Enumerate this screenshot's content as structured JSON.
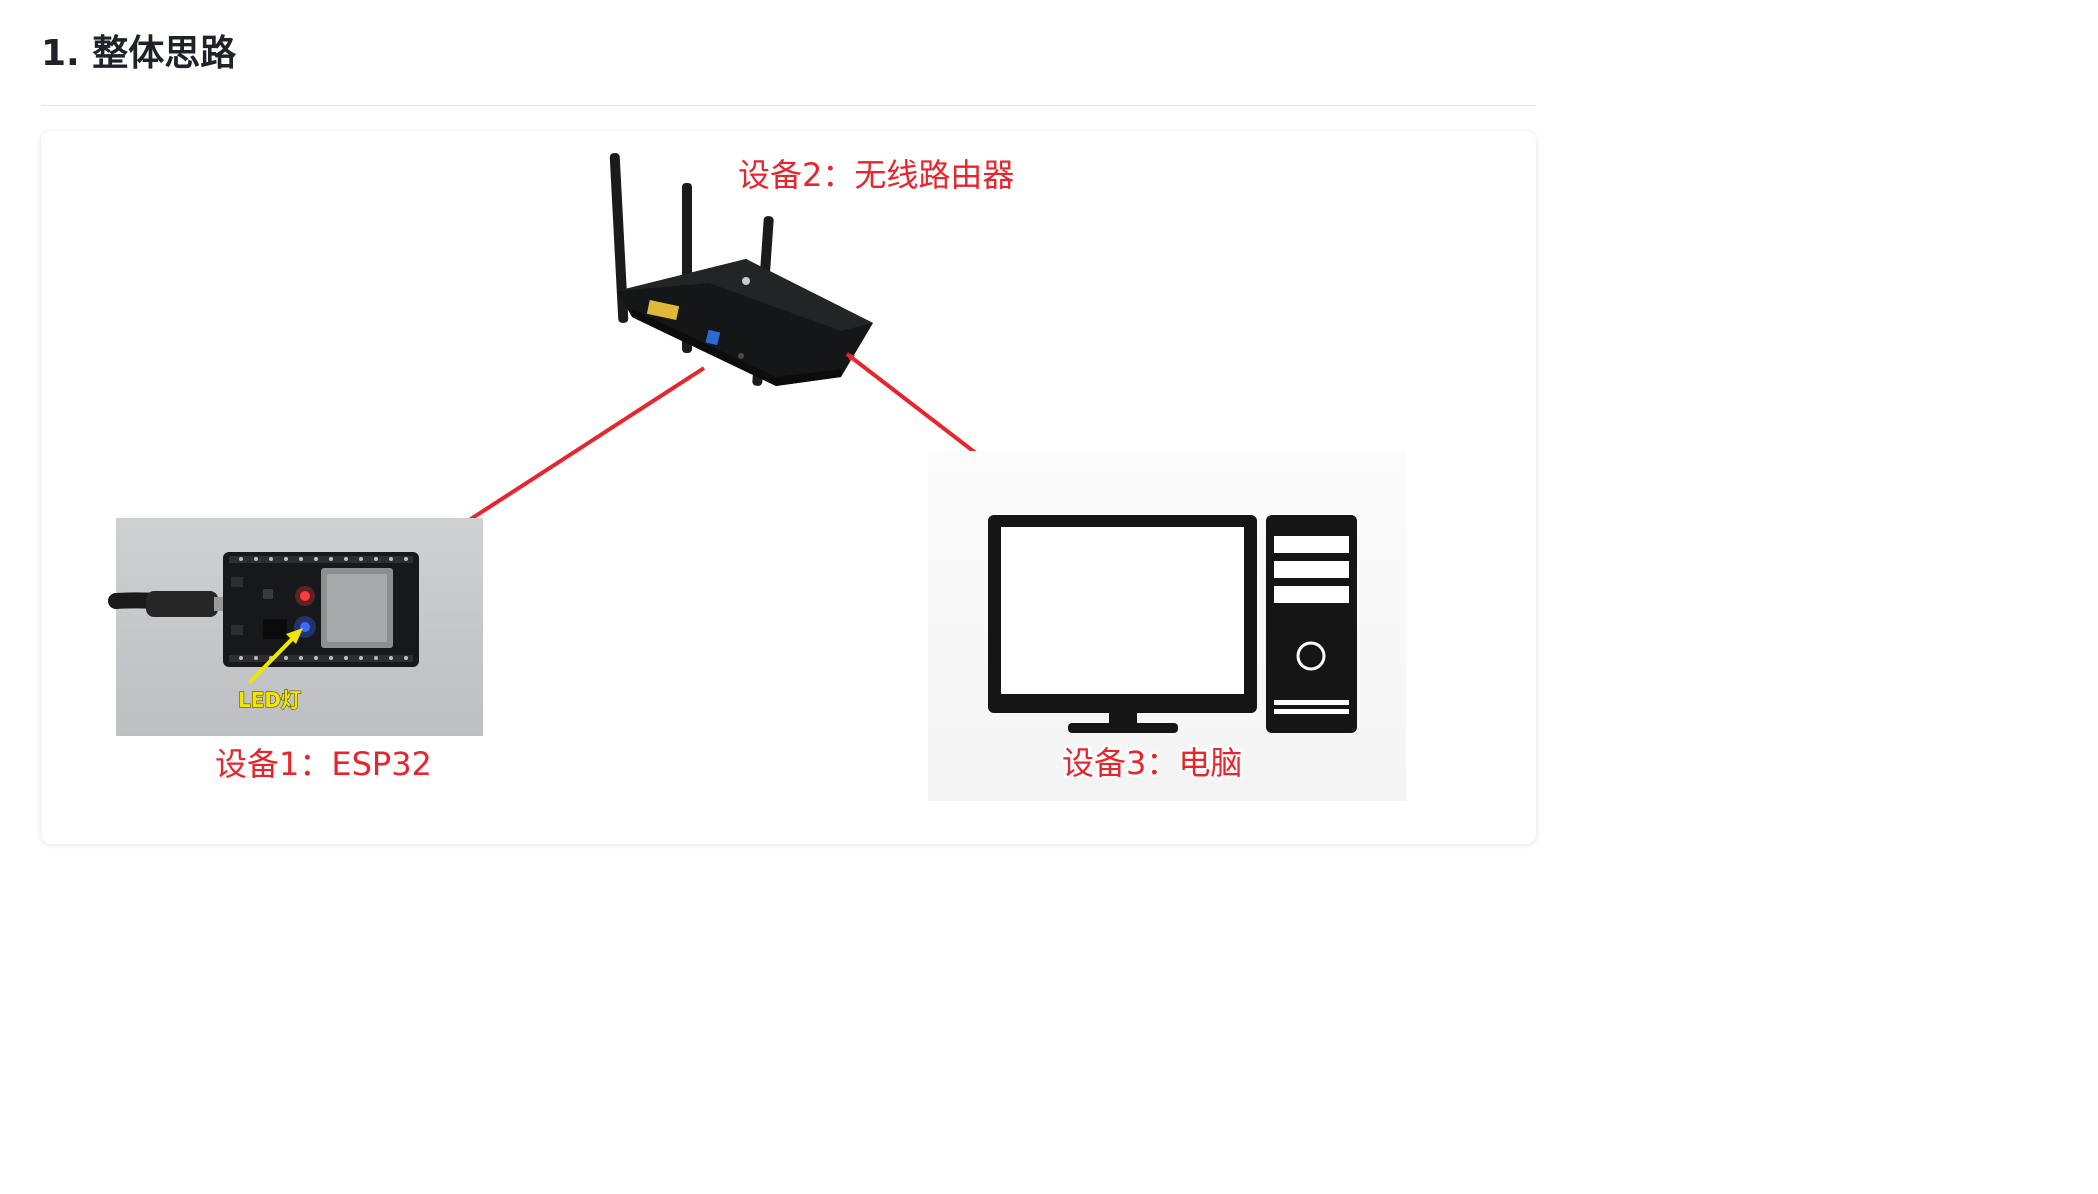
{
  "section": {
    "title": "1. 整体思路"
  },
  "diagram": {
    "router_label": "设备2：无线路由器",
    "esp32_label": "设备1：ESP32",
    "computer_label": "设备3：电脑",
    "led_label": "LED灯"
  },
  "colors": {
    "arrow": "#e8252c",
    "label": "#e8252c",
    "led_pointer": "#f2e600"
  },
  "icons": [
    "router-icon",
    "esp32-board-photo",
    "computer-icon"
  ]
}
